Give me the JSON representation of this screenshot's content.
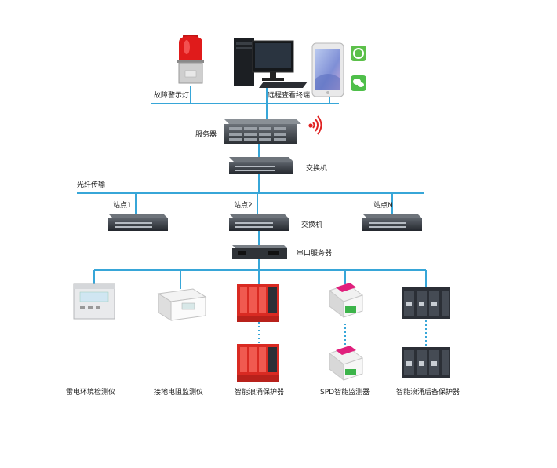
{
  "labels": {
    "alarm_light": "故障警示灯",
    "remote_terminal": "远程查看终端",
    "server": "服务器",
    "switch_top": "交换机",
    "fiber": "光纤传输",
    "site_1": "站点1",
    "site_2": "站点2",
    "site_n": "站点N",
    "switch_mid": "交换机",
    "serial_server": "串口服务器",
    "dev_1": "雷电环境检测仪",
    "dev_2": "接地电阻监测仪",
    "dev_3": "智能浪涌保护器",
    "dev_4": "SPD智能监测器",
    "dev_5": "智能浪涌后备保护器"
  },
  "colors": {
    "bus_line": "#37a6d8",
    "alarm_red": "#e01b1b",
    "spd_red": "#d92a22",
    "monitor_pink": "#e0207d",
    "connector_green": "#3cb44a",
    "device_dark": "#2b2f36",
    "app_green": "#5cc04a"
  },
  "icons": [
    "alarm-light-icon",
    "desktop-computer-icon",
    "smartphone-icon",
    "app-icon",
    "wechat-icon",
    "wifi-icon",
    "server-icon",
    "network-switch-icon",
    "serial-server-icon"
  ]
}
